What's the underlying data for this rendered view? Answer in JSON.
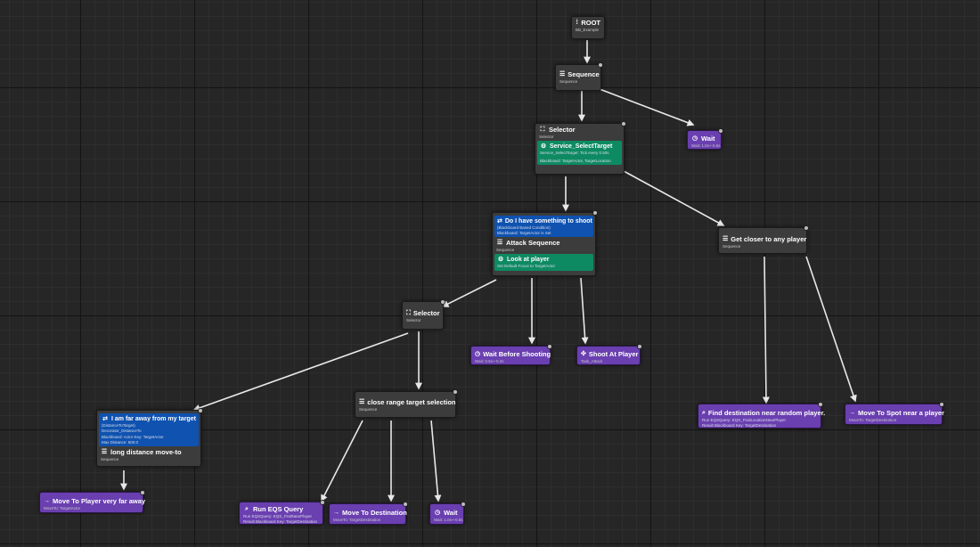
{
  "colors": {
    "composite": "#3c3c3c",
    "task": "#6a3fb0",
    "decorator": "#0f52b0",
    "service": "#0e8a62",
    "wire": "#e8e8e8"
  },
  "root": {
    "title": "ROOT",
    "sub": "BB_Example",
    "icon": "root-icon"
  },
  "sequence_main": {
    "title": "Sequence",
    "sub": "Sequence"
  },
  "selector_main": {
    "title": "Selector",
    "sub": "Selector"
  },
  "service_select_target": {
    "title": "Service_SelectTarget",
    "line1": "Service_SelectTarget: Tick every 0.50s",
    "line2": "Blackboard: TargetActor, TargetLocation"
  },
  "wait_top": {
    "title": "Wait",
    "sub": "Wait: 1.0s+-0.5s"
  },
  "dec_shoot": {
    "title": "Do I have something to shoot",
    "line1": "(Blackboard Based Condition)",
    "line2": "Blackboard: TargetActor is Set"
  },
  "attack_sequence": {
    "title": "Attack Sequence",
    "sub": "Sequence"
  },
  "look_at_player": {
    "title": "Look at player",
    "line1": "Set Default Focus to TargetActor"
  },
  "get_closer": {
    "title": "Get closer to any player",
    "sub": "Sequence"
  },
  "selector_mid": {
    "title": "Selector",
    "sub": "Selector"
  },
  "wait_before_shooting": {
    "title": "Wait Before Shooting",
    "sub": "Wait: 0.5s+-0.2s"
  },
  "shoot_at_player": {
    "title": "Shoot At Player",
    "sub": "Task_Attack"
  },
  "close_range": {
    "title": "close range target selection",
    "sub": "Sequence"
  },
  "far_away": {
    "title": "I am far away from my target",
    "line1": "(DistanceToTarget)",
    "line2": "Decorator_DistanceTo",
    "line3": "Blackboard: Actor Key: TargetActor",
    "line4": "Max Distance: 500.0"
  },
  "long_distance": {
    "title": "long distance move-to",
    "sub": "Sequence"
  },
  "move_far": {
    "title": "Move To Player very far away",
    "sub": "MoveTo: TargetActor"
  },
  "run_eqs": {
    "title": "Run EQS Query",
    "line1": "Run EQSQuery: EQS_FindNearPlayer",
    "line2": "Result Blackboard Key: TargetDestination"
  },
  "move_destination": {
    "title": "Move To Destination",
    "sub": "MoveTo: TargetDestination"
  },
  "wait_bottom": {
    "title": "Wait",
    "sub": "Wait: 1.0s+-0.5s"
  },
  "find_dest": {
    "title": "Find destination near random player.",
    "line1": "Run EQSQuery: EQS_FindLocationNearPlayer",
    "line2": "Result Blackboard Key: TargetDestination"
  },
  "move_spot": {
    "title": "Move To Spot near a player",
    "sub": "MoveTo: TargetDestination"
  }
}
